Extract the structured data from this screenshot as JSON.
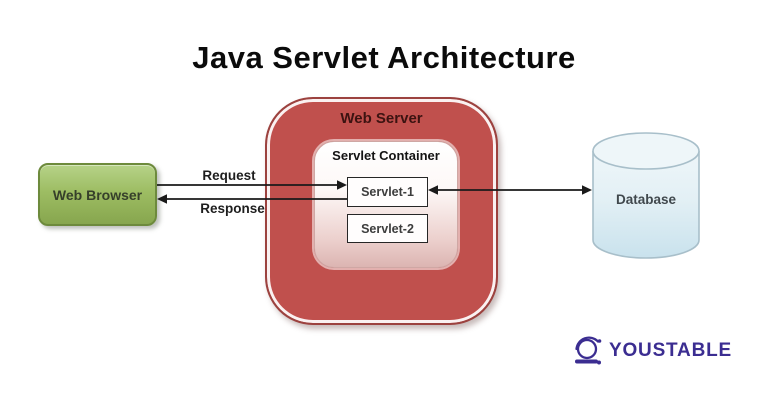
{
  "title": "Java Servlet Architecture",
  "diagram": {
    "web_browser": {
      "label": "Web Browser"
    },
    "web_server": {
      "label": "Web Server"
    },
    "servlet_container": {
      "label": "Servlet Container",
      "servlets": [
        {
          "label": "Servlet-1"
        },
        {
          "label": "Servlet-2"
        }
      ]
    },
    "database": {
      "label": "Database"
    },
    "flows": {
      "request_label": "Request",
      "response_label": "Response"
    }
  },
  "branding": {
    "logo_text": "YOUSTABLE"
  },
  "colors": {
    "web_server_fill": "#c0504d",
    "web_server_border": "#9c423f",
    "web_browser_fill": "#9dbd63",
    "web_browser_border": "#6d8a3c",
    "servlet_container_bottom": "#dcb5b2",
    "database_fill": "#d3e8f0",
    "database_border": "#a8bfca",
    "arrow_color": "#1a1a1a",
    "logo_purple": "#3b2d91",
    "title_color": "#0b0b0b"
  }
}
